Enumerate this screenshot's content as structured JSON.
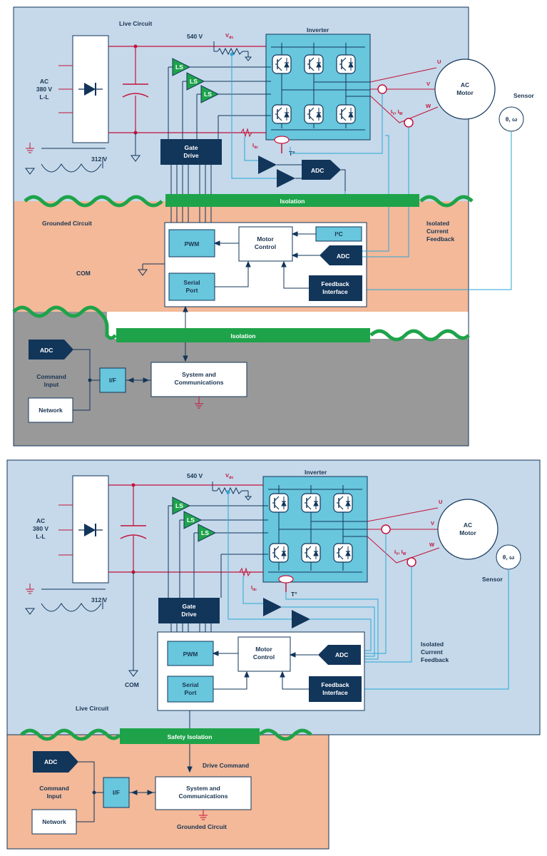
{
  "colors": {
    "live": "#c5d9ea",
    "grounded": "#f3b999",
    "com": "#999999",
    "navy": "#12355a",
    "cyan": "#68c6dd",
    "green": "#1ea34a",
    "wire": "#c4123a",
    "blueWire": "#29a6d6",
    "white": "#ffffff"
  },
  "top": {
    "live_circuit": "Live Circuit",
    "grounded_circuit": "Grounded Circuit",
    "com": "COM",
    "ac_input": [
      "AC",
      "380 V",
      "L-L"
    ],
    "v540": "540 V",
    "vdc": "V",
    "vdc_sub": "dc",
    "v312": "312 V",
    "inverter": "Inverter",
    "phase_u": "U",
    "phase_v": "V",
    "phase_w": "W",
    "motor": [
      "AC",
      "Motor"
    ],
    "sensor": "Sensor",
    "sensor_sym": "θ, ω",
    "iv": "I",
    "iv_sub": "V",
    "iw": "I",
    "iw_sub": "W",
    "idc": "I",
    "idc_sub": "dc",
    "temp": "T°",
    "ls": "LS",
    "gate_drive": [
      "Gate",
      "Drive"
    ],
    "adc": "ADC",
    "isolation": "Isolation",
    "isolated_feedback": [
      "Isolated",
      "Current",
      "Feedback"
    ],
    "pwm": "PWM",
    "motor_control": [
      "Motor",
      "Control"
    ],
    "i2c": "I²C",
    "serial_port": [
      "Serial",
      "Port"
    ],
    "feedback_interface": [
      "Feedback",
      "Interface"
    ],
    "isolation2": "Isolation",
    "command_input": [
      "Command",
      "Input"
    ],
    "network": "Network",
    "if": "I/F",
    "system_comms": [
      "System and",
      "Communications"
    ]
  },
  "bottom": {
    "live_circuit": "Live Circuit",
    "grounded_circuit": "Grounded Circuit",
    "com": "COM",
    "ac_input": [
      "AC",
      "380 V",
      "L-L"
    ],
    "v540": "540 V",
    "vdc": "V",
    "vdc_sub": "dc",
    "v312": "312 V",
    "inverter": "Inverter",
    "phase_u": "U",
    "phase_v": "V",
    "phase_w": "W",
    "motor": [
      "AC",
      "Motor"
    ],
    "sensor": "Sensor",
    "sensor_sym": "θ, ω",
    "iv": "I",
    "iv_sub": "V",
    "iw": "I",
    "iw_sub": "W",
    "idc": "I",
    "idc_sub": "dc",
    "temp": "T°",
    "ls": "LS",
    "gate_drive": [
      "Gate",
      "Drive"
    ],
    "adc": "ADC",
    "isolated_feedback": [
      "Isolated",
      "Current",
      "Feedback"
    ],
    "pwm": "PWM",
    "motor_control": [
      "Motor",
      "Control"
    ],
    "serial_port": [
      "Serial",
      "Port"
    ],
    "feedback_interface": [
      "Feedback",
      "Interface"
    ],
    "safety_isolation": "Safety Isolation",
    "drive_command": "Drive Command",
    "command_input": [
      "Command",
      "Input"
    ],
    "network": "Network",
    "if": "I/F",
    "system_comms": [
      "System and",
      "Communications"
    ]
  }
}
